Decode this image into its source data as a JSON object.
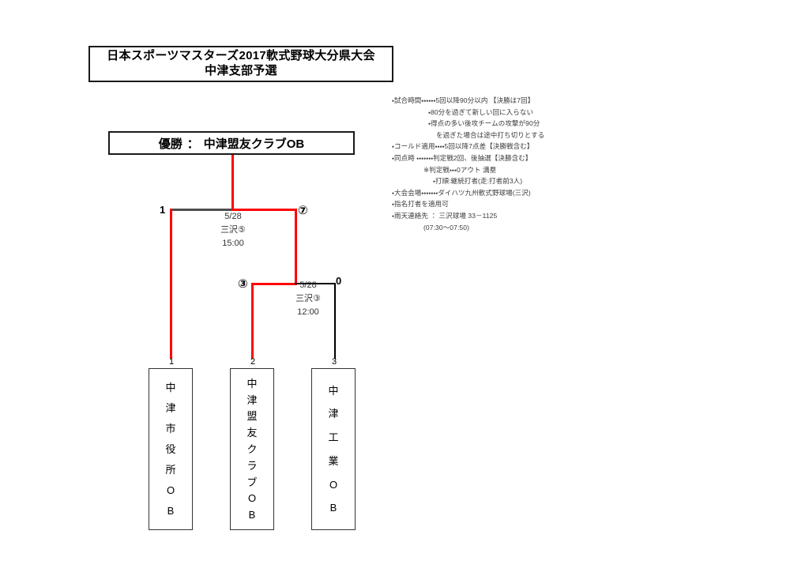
{
  "title": {
    "line1": "日本スポーツマスターズ2017軟式野球大分県大会",
    "line2": "中津支部予選"
  },
  "champion": {
    "label": "優勝",
    "separator": "：",
    "name": "中津盟友クラブOB"
  },
  "matches": [
    {
      "id": "semifinal",
      "date": "5/28",
      "venue": "三沢⑤",
      "time": "15:00",
      "left_score": "1",
      "right_score": "⑦"
    },
    {
      "id": "first-round",
      "date": "5/28",
      "venue": "三沢③",
      "time": "12:00",
      "left_score": "③",
      "right_score": "0"
    }
  ],
  "teams": [
    {
      "seed": "1",
      "name": "中津市役所OB",
      "chars": [
        "中",
        "津",
        "市",
        "役",
        "所",
        "O",
        "B"
      ]
    },
    {
      "seed": "2",
      "name": "中津盟友クラブOB",
      "chars": [
        "中",
        "津",
        "盟",
        "友",
        "ク",
        "ラ",
        "ブ",
        "O",
        "B"
      ]
    },
    {
      "seed": "3",
      "name": "中津工業OB",
      "chars": [
        "中",
        "津",
        "工",
        "業",
        "O",
        "B"
      ]
    }
  ],
  "rules": [
    {
      "text": "・試合時間・・・・・・5回以降90分以内 【決勝は7回】",
      "indent": 0
    },
    {
      "text": "・80分を過ぎて新しい回に入らない",
      "indent": 1
    },
    {
      "text": "・得点の多い後攻チームの攻撃が90分",
      "indent": 1
    },
    {
      "text": "を過ぎた場合は途中打ち切りとする",
      "indent": 2
    },
    {
      "text": "・コールド適用・・・・5回以降7点差【決勝戦含む】",
      "indent": 0
    },
    {
      "text": "・同点時 ・・・・・・・判定戦2回、後抽選【決勝含む】",
      "indent": 0
    },
    {
      "text": "※判定戦・・・0アウト 満塁",
      "indent": 3
    },
    {
      "text": "・打順:継続打者(走:打者前3人)",
      "indent": 4
    },
    {
      "text": "・大会会場・・・・・・・ダイハツ九州軟式野球場(三沢)",
      "indent": 0
    },
    {
      "text": "・指名打者を適用可",
      "indent": 0
    },
    {
      "text": "・雨天連絡先 ： 三沢球場 33－1125",
      "indent": 0
    },
    {
      "text": "(07:30～07:50)",
      "indent": 3
    }
  ],
  "colors": {
    "winner_path": "#ff0000",
    "line": "#000000",
    "border": "#1a1a1a"
  }
}
